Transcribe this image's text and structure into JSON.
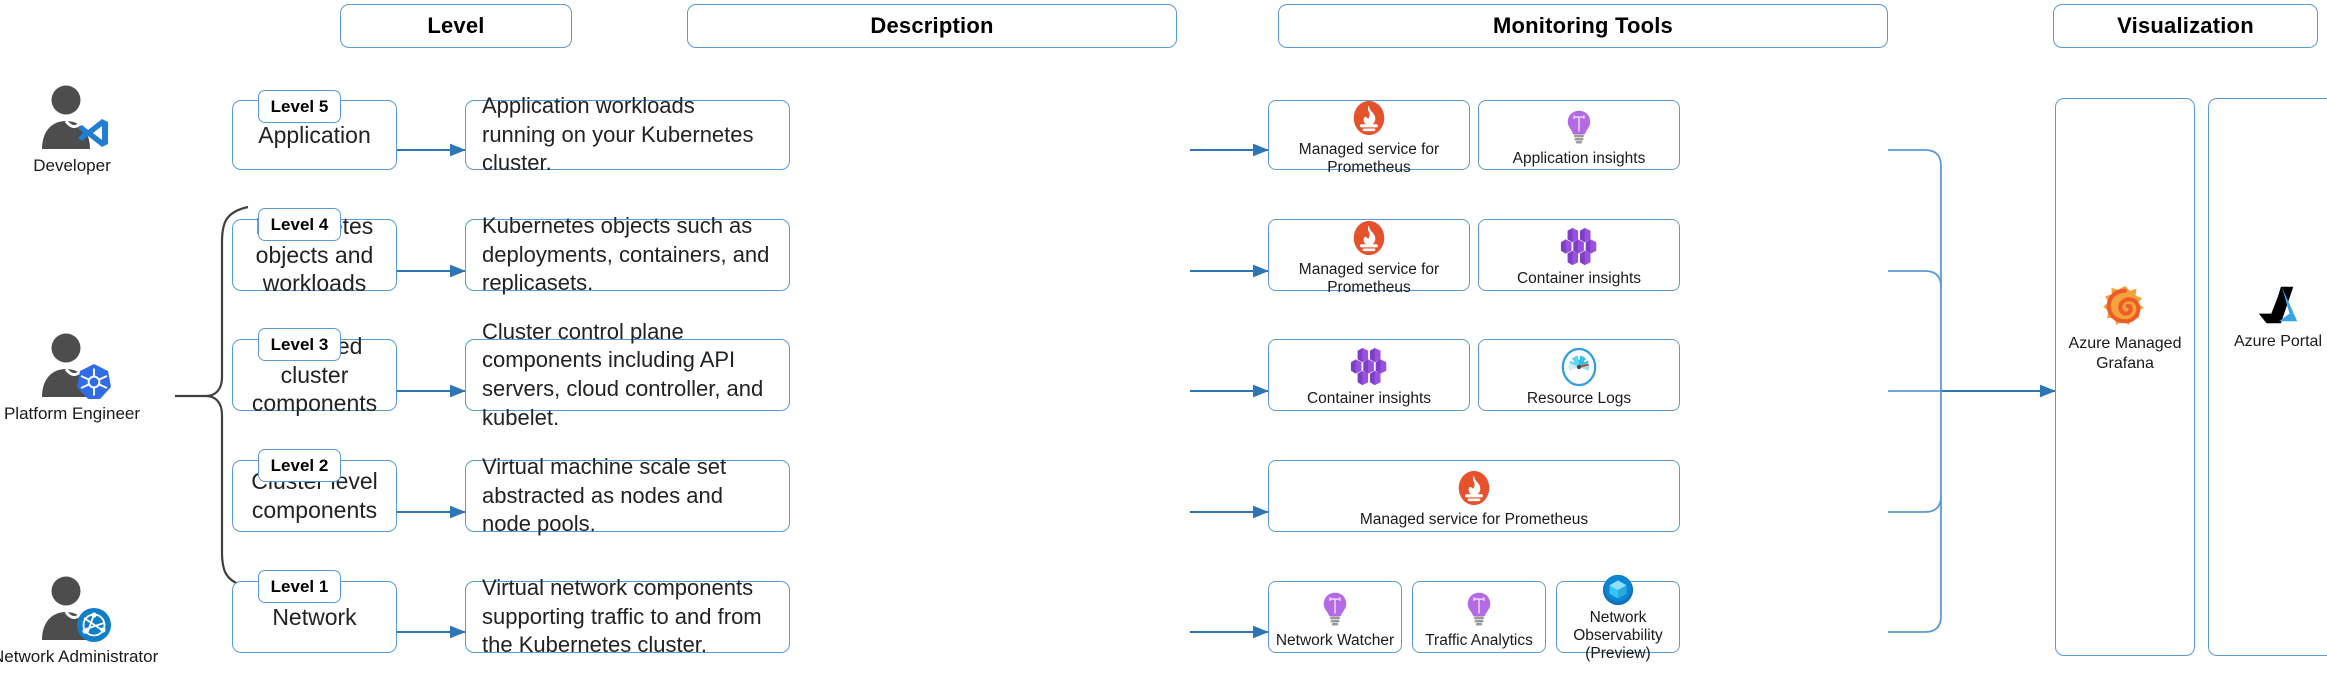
{
  "headers": [
    {
      "label": "Level"
    },
    {
      "label": "Description"
    },
    {
      "label": "Monitoring Tools"
    },
    {
      "label": "Visualization"
    }
  ],
  "personas": [
    {
      "name": "Developer",
      "icon": "person-vscode-icon"
    },
    {
      "name": "Platform Engineer",
      "icon": "person-kubernetes-icon"
    },
    {
      "name": "Network Administrator",
      "icon": "person-network-icon"
    }
  ],
  "rows": [
    {
      "badge": "Level 5",
      "level": "Application",
      "description": "Application workloads running on your Kubernetes cluster.",
      "tools": [
        {
          "label": "Managed service for Prometheus",
          "icon": "prometheus-icon"
        },
        {
          "label": "Application insights",
          "icon": "lightbulb-icon"
        }
      ]
    },
    {
      "badge": "Level 4",
      "level": "Kubernetes objects and workloads",
      "description": "Kubernetes objects such as deployments, containers, and replicasets.",
      "tools": [
        {
          "label": "Managed service for Prometheus",
          "icon": "prometheus-icon"
        },
        {
          "label": "Container insights",
          "icon": "container-cluster-icon"
        }
      ]
    },
    {
      "badge": "Level 3",
      "level": "Managed cluster components",
      "description": "Cluster control plane components including API servers, cloud controller, and kubelet.",
      "tools": [
        {
          "label": "Container insights",
          "icon": "container-cluster-icon"
        },
        {
          "label": "Resource Logs",
          "icon": "gauge-icon"
        }
      ]
    },
    {
      "badge": "Level 2",
      "level": "Cluster level components",
      "description": "Virtual machine scale set abstracted as nodes and node pools.",
      "tools": [
        {
          "label": "Managed service for Prometheus",
          "icon": "prometheus-icon"
        }
      ]
    },
    {
      "badge": "Level 1",
      "level": "Network",
      "description": "Virtual network components supporting traffic to and from the Kubernetes cluster.",
      "tools": [
        {
          "label": "Network Watcher",
          "icon": "lightbulb-icon"
        },
        {
          "label": "Traffic Analytics",
          "icon": "lightbulb-icon"
        },
        {
          "label": "Network Observability (Preview)",
          "icon": "blue-cube-icon"
        }
      ]
    }
  ],
  "visualization": [
    {
      "label": "Azure Managed Grafana",
      "icon": "grafana-icon"
    },
    {
      "label": "Azure Portal",
      "icon": "azure-icon"
    }
  ],
  "colors": {
    "border": "#5b9bd5",
    "arrow": "#2e75b6",
    "prometheus": "#e6522c",
    "insights_purple": "#a05cd5",
    "grafana_orange": "#f05a28",
    "azure_blue": "#0f8de8",
    "k8s_blue": "#326ce5",
    "brace": "#404040"
  }
}
